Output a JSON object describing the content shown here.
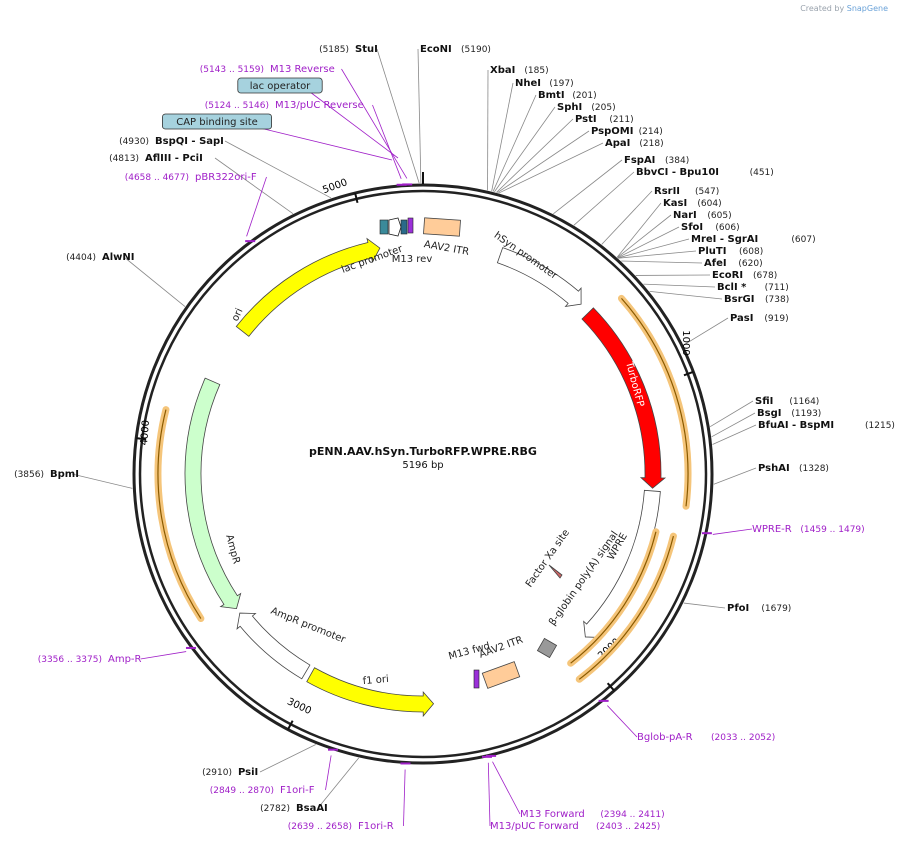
{
  "app": {
    "created_by": "Created by",
    "brand": "SnapGene"
  },
  "plasmid": {
    "name": "pENN.AAV.hSyn.TurboRFP.WPRE.RBG",
    "length_label": "5196 bp",
    "length": 5196
  },
  "ticks": [
    "1000",
    "2000",
    "3000",
    "4000",
    "5000"
  ],
  "enzymes": [
    {
      "name": "StuI",
      "pos": "(5185)"
    },
    {
      "name": "EcoNI",
      "pos": "(5190)"
    },
    {
      "name": "XbaI",
      "pos": "(185)"
    },
    {
      "name": "NheI",
      "pos": "(197)"
    },
    {
      "name": "BmtI",
      "pos": "(201)"
    },
    {
      "name": "SphI",
      "pos": "(205)"
    },
    {
      "name": "PstI",
      "pos": "(211)"
    },
    {
      "name": "PspOMI",
      "pos": "(214)"
    },
    {
      "name": "ApaI",
      "pos": "(218)"
    },
    {
      "name": "FspAI",
      "pos": "(384)"
    },
    {
      "name": "BbvCI",
      "name2": "Bpu10I",
      "pos": "(451)"
    },
    {
      "name": "RsrII",
      "pos": "(547)"
    },
    {
      "name": "KasI",
      "pos": "(604)"
    },
    {
      "name": "NarI",
      "pos": "(605)"
    },
    {
      "name": "SfoI",
      "pos": "(606)"
    },
    {
      "name": "MreI",
      "name2": "SgrAI",
      "pos": "(607)"
    },
    {
      "name": "PluTI",
      "pos": "(608)"
    },
    {
      "name": "AfeI",
      "pos": "(620)"
    },
    {
      "name": "EcoRI",
      "pos": "(678)"
    },
    {
      "name": "BclI *",
      "pos": "(711)"
    },
    {
      "name": "BsrGI",
      "pos": "(738)"
    },
    {
      "name": "PasI",
      "pos": "(919)"
    },
    {
      "name": "SfiI",
      "pos": "(1164)"
    },
    {
      "name": "BsgI",
      "pos": "(1193)"
    },
    {
      "name": "BfuAI",
      "name2": "BspMI",
      "pos": "(1215)"
    },
    {
      "name": "PshAI",
      "pos": "(1328)"
    },
    {
      "name": "PfoI",
      "pos": "(1679)"
    },
    {
      "name": "PsiI",
      "pos": "(2910)"
    },
    {
      "name": "BsaAI",
      "pos": "(2782)"
    },
    {
      "name": "BpmI",
      "pos": "(3856)"
    },
    {
      "name": "AlwNI",
      "pos": "(4404)"
    },
    {
      "name": "AflIII",
      "name2": "PciI",
      "pos": "(4813)"
    },
    {
      "name": "BspQI",
      "name2": "SapI",
      "pos": "(4930)"
    }
  ],
  "primers": [
    {
      "name": "M13 Reverse",
      "range": "(5143 .. 5159)"
    },
    {
      "name": "M13/pUC Reverse",
      "range": "(5124 .. 5146)"
    },
    {
      "name": "pBR322ori-F",
      "range": "(4658 .. 4677)"
    },
    {
      "name": "WPRE-R",
      "range": "(1459 .. 1479)"
    },
    {
      "name": "Bglob-pA-R",
      "range": "(2033 .. 2052)"
    },
    {
      "name": "M13 Forward",
      "range": "(2394 .. 2411)"
    },
    {
      "name": "M13/pUC Forward",
      "range": "(2403 .. 2425)"
    },
    {
      "name": "F1ori-R",
      "range": "(2639 .. 2658)"
    },
    {
      "name": "F1ori-F",
      "range": "(2849 .. 2870)"
    },
    {
      "name": "Amp-R",
      "range": "(3356 .. 3375)"
    }
  ],
  "boxed_labels": [
    "lac operator",
    "CAP binding site"
  ],
  "features": [
    "lac promoter",
    "M13 rev",
    "AAV2 ITR",
    "hSyn promoter",
    "TurboRFP",
    "WPRE",
    "β-globin poly(A) signal",
    "Factor Xa site",
    "AAV2 ITR",
    "M13 fwd",
    "f1 ori",
    "AmpR promoter",
    "AmpR",
    "ori"
  ],
  "colors": {
    "turbo": "#ff0000",
    "ori": "#ffff00",
    "ampr": "#ccffcc",
    "itr": "#ffcc99",
    "primer": "#a020c8",
    "box": "#a6d2de"
  }
}
